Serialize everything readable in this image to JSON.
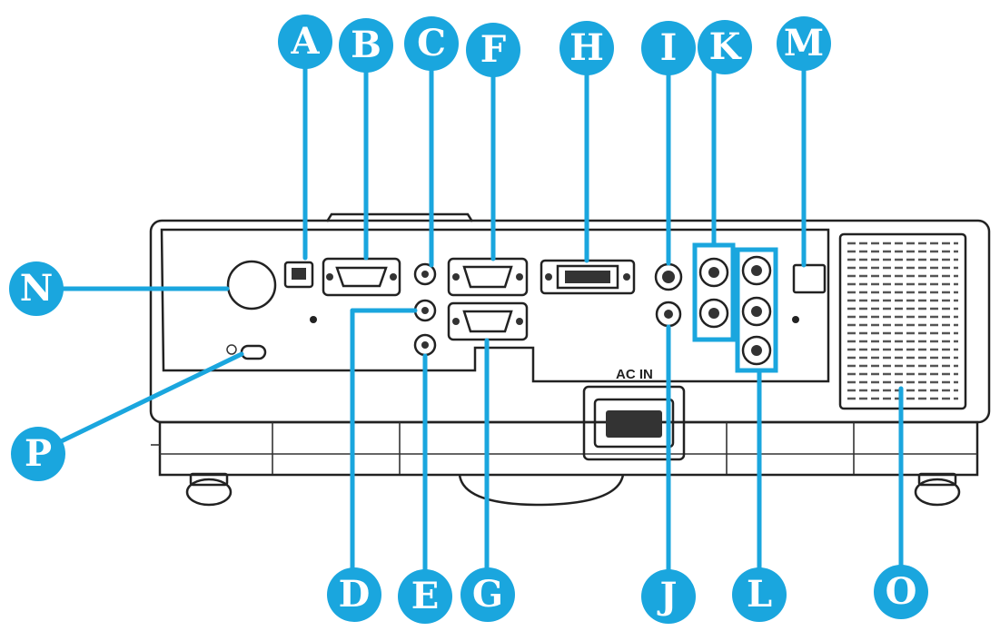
{
  "ac_label": "AC  IN",
  "callouts": {
    "A": "A",
    "B": "B",
    "C": "C",
    "D": "D",
    "E": "E",
    "F": "F",
    "G": "G",
    "H": "H",
    "I": "I",
    "J": "J",
    "K": "K",
    "L": "L",
    "M": "M",
    "N": "N",
    "O": "O",
    "P": "P"
  },
  "colors": {
    "callout": "#1aa6de",
    "outline": "#222222"
  }
}
